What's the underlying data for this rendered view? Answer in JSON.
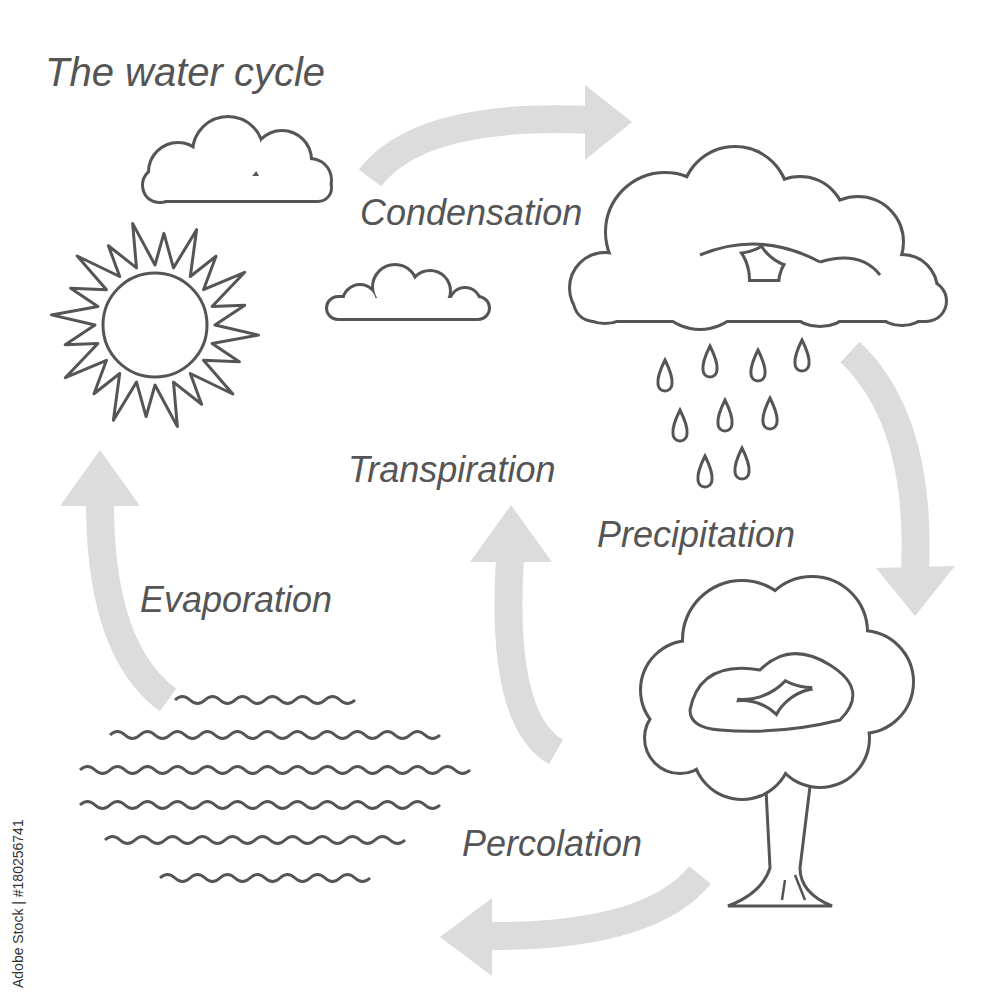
{
  "diagram": {
    "title": "The water cycle",
    "labels": [
      "Condensation",
      "Transpiration",
      "Precipitation",
      "Evaporation",
      "Percolation",
      "Adobe Stock | #180256741"
    ]
  }
}
